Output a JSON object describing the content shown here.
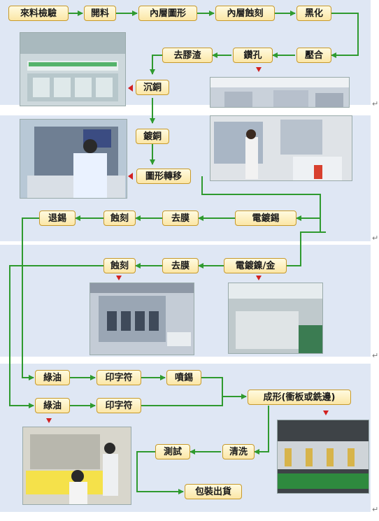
{
  "colors": {
    "arrow": "#2f9a2f",
    "marker": "#d22020",
    "band": "#dfe7f4",
    "box_fill": "#fbe6a6",
    "box_border": "#c79a2c"
  },
  "steps": {
    "incoming_inspection": "來料檢驗",
    "cutting": "開料",
    "inner_layer_pattern": "內層圖形",
    "inner_layer_etch": "內層蝕刻",
    "blackening": "黑化",
    "lamination": "壓合",
    "drilling": "鑽孔",
    "desmear": "去膠渣",
    "electroless_copper": "沉銅",
    "copper_plating": "鍍銅",
    "pattern_transfer": "圖形轉移",
    "tin_plating": "電鍍錫",
    "strip_film_1": "去膜",
    "etch_1": "蝕刻",
    "strip_tin": "退錫",
    "nickel_gold_plating": "電鍍鎳/金",
    "strip_film_2": "去膜",
    "etch_2": "蝕刻",
    "solder_mask_1": "綠油",
    "legend_print_1": "印字符",
    "hasl": "噴錫",
    "solder_mask_2": "綠油",
    "legend_print_2": "印字符",
    "routing": "成形(衝板或銑邊)",
    "cleaning": "清洗",
    "testing": "測試",
    "packing_shipping": "包裝出貨"
  },
  "paragraph_mark": "↵"
}
